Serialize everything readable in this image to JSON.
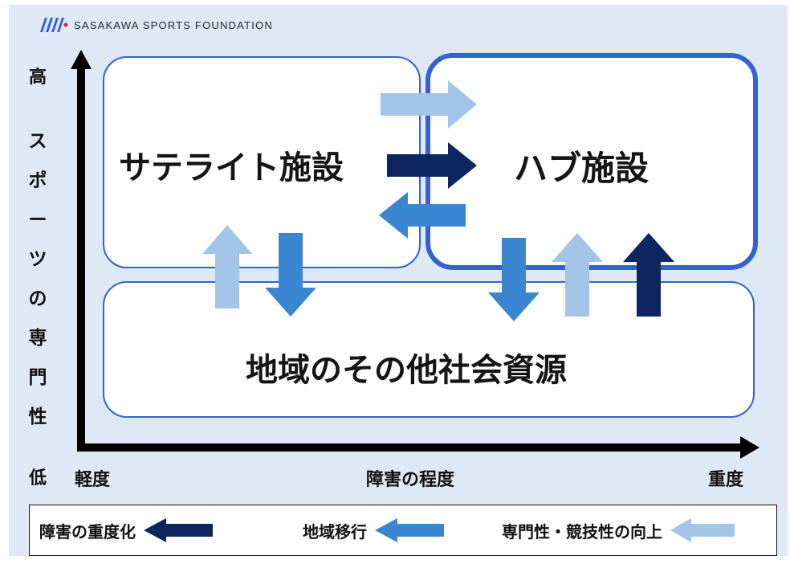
{
  "brand": {
    "text": "SASAKAWA SPORTS FOUNDATION",
    "logo_icon": "ssf-logo-icon",
    "logo_color": "#3461d6"
  },
  "diagram": {
    "satellite_label": "サテライト施設",
    "hub_label": "ハブ施設",
    "regional_label": "地域のその他社会資源"
  },
  "axes": {
    "y_high": "高",
    "y_title": [
      "ス",
      "ポ",
      "ー",
      "ツ",
      "の",
      "専",
      "門",
      "性"
    ],
    "y_low": "低",
    "x_left": "軽度",
    "x_center": "障害の程度",
    "x_right": "重度"
  },
  "legend": {
    "severity_label": "障害の重度化",
    "community_label": "地域移行",
    "expertise_label": "専門性・競技性の向上"
  },
  "colors": {
    "severity": "#0d2560",
    "community": "#3b86d0",
    "expertise": "#a3c5e7",
    "box_border": "#3461d6",
    "background": "#dee9f5"
  }
}
